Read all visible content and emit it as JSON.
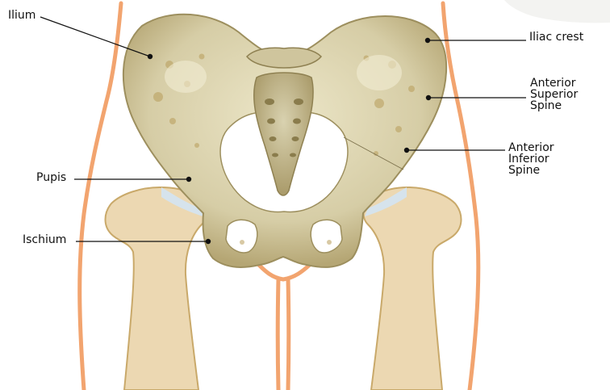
{
  "labels": {
    "ilium": "Ilium",
    "iliac_crest": "Iliac crest",
    "asis": [
      "Anterior",
      "Superior",
      "Spine"
    ],
    "aiis": [
      "Anterior",
      "Inferior",
      "Spine"
    ],
    "pupis": "Pupis",
    "ischium": "Ischium"
  },
  "colors": {
    "body_outline": "#f2a46f",
    "femur_fill": "#ecd8b2",
    "femur_stroke": "#c9a96a",
    "cartilage": "#d6e3ec",
    "bone_base": "#d9d1ae",
    "bone_dark": "#b7a877",
    "bone_light": "#ece6c8",
    "leader": "#111111",
    "dot": "#111111"
  }
}
